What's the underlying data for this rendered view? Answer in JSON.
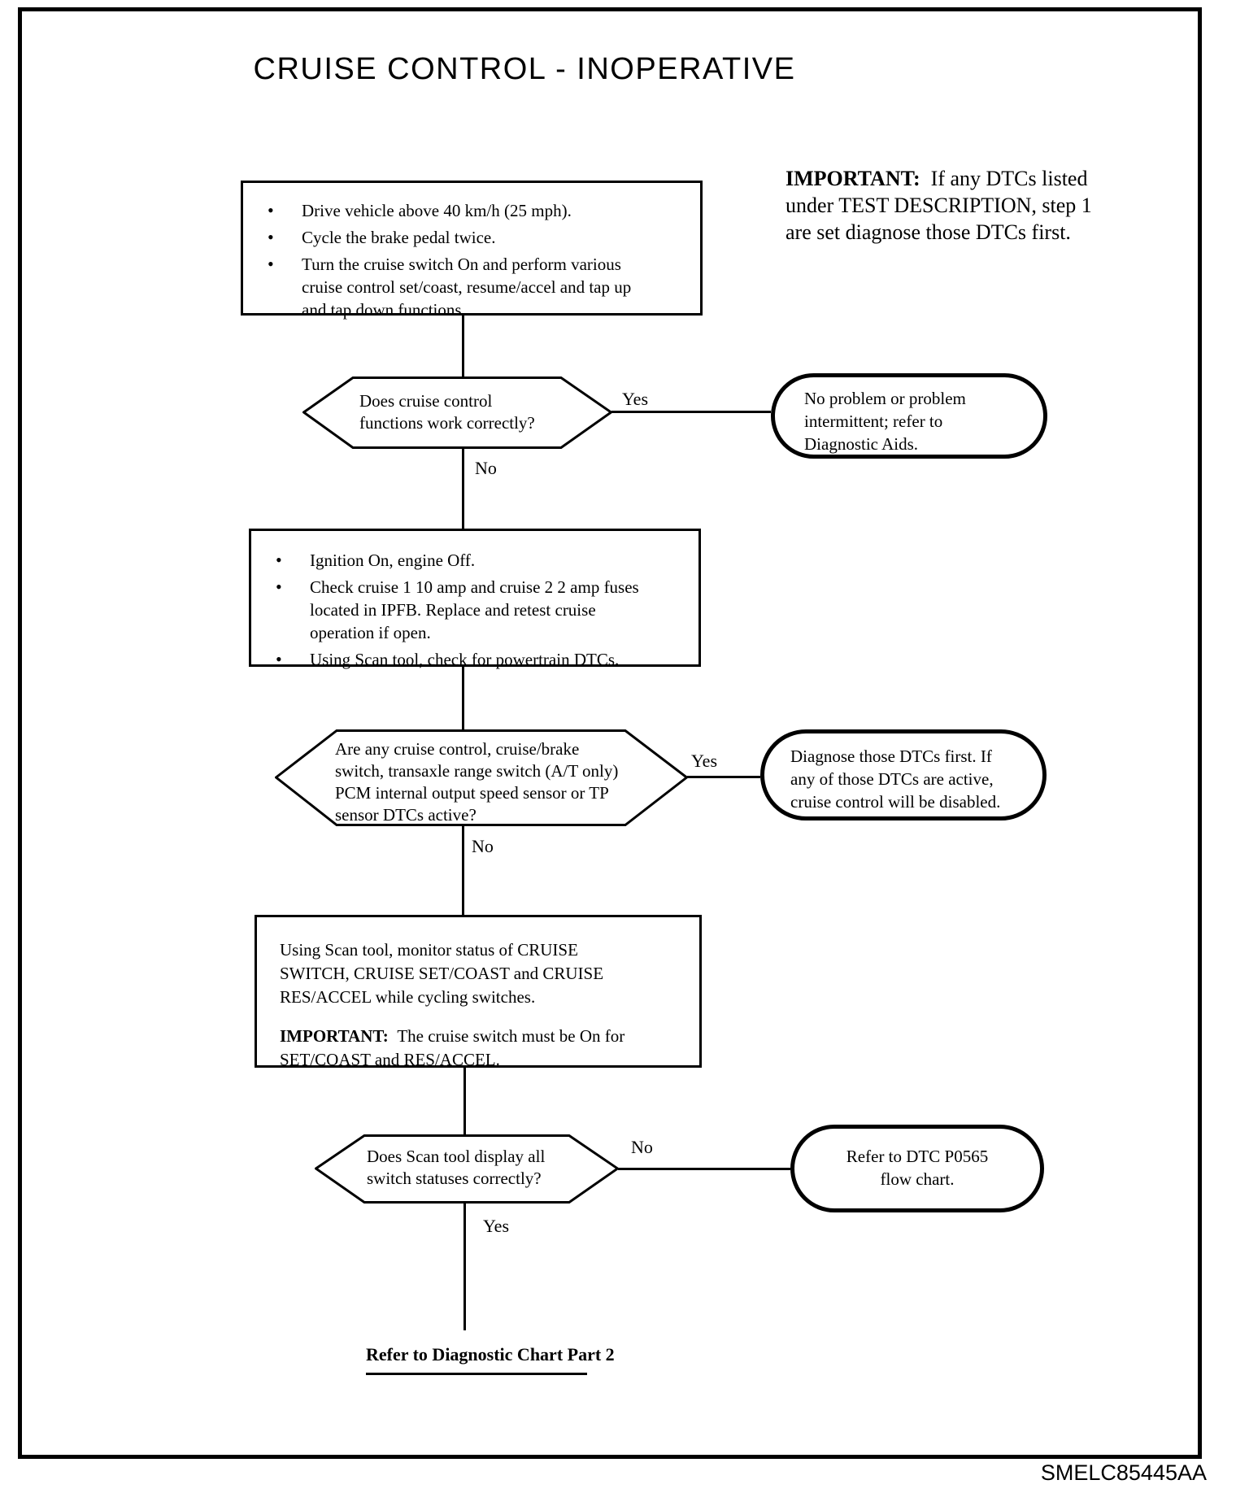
{
  "page": {
    "title": "CRUISE CONTROL - INOPERATIVE",
    "doc_id": "SMELC85445AA",
    "ink_color": "#000000",
    "paper_color": "#ffffff"
  },
  "note": {
    "label": "IMPORTANT:",
    "lines": [
      "If any DTCs listed",
      "under TEST DESCRIPTION, step 1",
      "are set diagnose those DTCs first."
    ]
  },
  "flow": {
    "bullet_icon": "•",
    "box1": {
      "bullets": [
        [
          "Drive vehicle above 40 km/h (25 mph)."
        ],
        [
          "Cycle the brake pedal twice."
        ],
        [
          "Turn the cruise switch On and perform various",
          "cruise control set/coast, resume/accel and tap up",
          "and tap down functions."
        ]
      ]
    },
    "decision1": {
      "lines": [
        "Does cruise control",
        "functions work correctly?"
      ],
      "yes": "Yes",
      "no": "No"
    },
    "terminal1": {
      "lines": [
        "No problem or problem",
        "intermittent; refer to",
        "Diagnostic Aids."
      ]
    },
    "box2": {
      "bullets": [
        [
          "Ignition On, engine Off."
        ],
        [
          "Check cruise 1 10 amp and cruise 2 2 amp fuses",
          "located in IPFB. Replace and retest cruise",
          "operation if open."
        ],
        [
          "Using Scan tool, check for powertrain DTCs."
        ]
      ]
    },
    "decision2": {
      "lines": [
        "Are any cruise control, cruise/brake",
        "switch, transaxle range switch (A/T only)",
        "PCM internal output speed sensor or TP",
        "sensor DTCs active?"
      ],
      "yes": "Yes",
      "no": "No"
    },
    "terminal2": {
      "lines": [
        "Diagnose those DTCs first. If",
        "any of those DTCs are active,",
        "cruise control will be disabled."
      ]
    },
    "box3": {
      "para1": [
        "Using Scan tool, monitor status of CRUISE",
        "SWITCH, CRUISE SET/COAST and CRUISE",
        "RES/ACCEL while cycling switches."
      ],
      "important_label": "IMPORTANT:",
      "para2": [
        "The cruise switch must be On for",
        "SET/COAST and RES/ACCEL."
      ]
    },
    "decision3": {
      "lines": [
        "Does Scan tool display all",
        "switch statuses correctly?"
      ],
      "yes": "Yes",
      "no": "No"
    },
    "terminal3": {
      "lines": [
        "Refer to DTC P0565",
        "flow chart."
      ]
    },
    "footer_link": "Refer to Diagnostic Chart Part 2"
  }
}
